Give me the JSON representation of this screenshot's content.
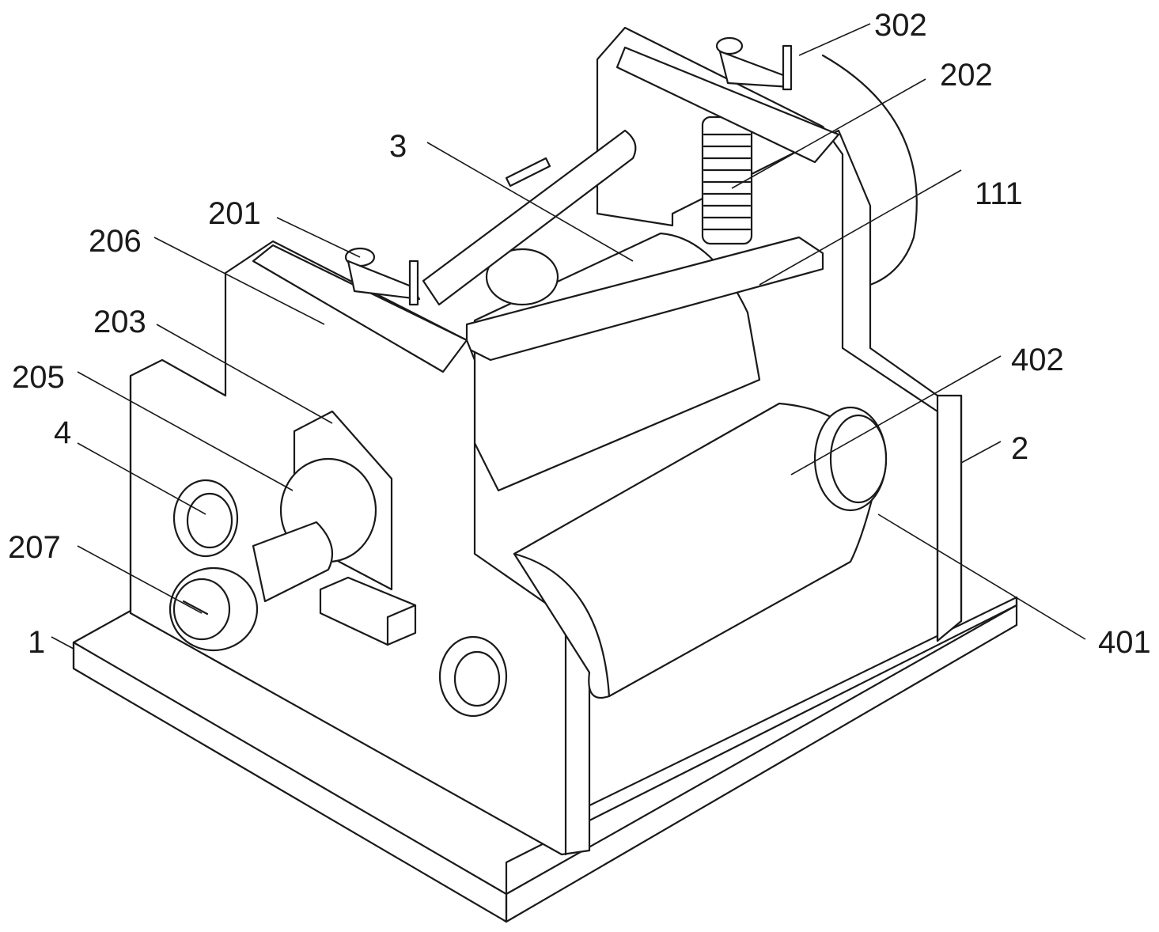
{
  "figure": {
    "labels": [
      {
        "id": "l302",
        "text": "302"
      },
      {
        "id": "l202",
        "text": "202"
      },
      {
        "id": "l3",
        "text": "3"
      },
      {
        "id": "l111",
        "text": "111"
      },
      {
        "id": "l201",
        "text": "201"
      },
      {
        "id": "l206",
        "text": "206"
      },
      {
        "id": "l203",
        "text": "203"
      },
      {
        "id": "l205",
        "text": "205"
      },
      {
        "id": "l4",
        "text": "4"
      },
      {
        "id": "l207",
        "text": "207"
      },
      {
        "id": "l1",
        "text": "1"
      },
      {
        "id": "l402",
        "text": "402"
      },
      {
        "id": "l2",
        "text": "2"
      },
      {
        "id": "l401",
        "text": "401"
      }
    ]
  },
  "colors": {
    "line": "#1a1a1a",
    "background": "#ffffff"
  }
}
